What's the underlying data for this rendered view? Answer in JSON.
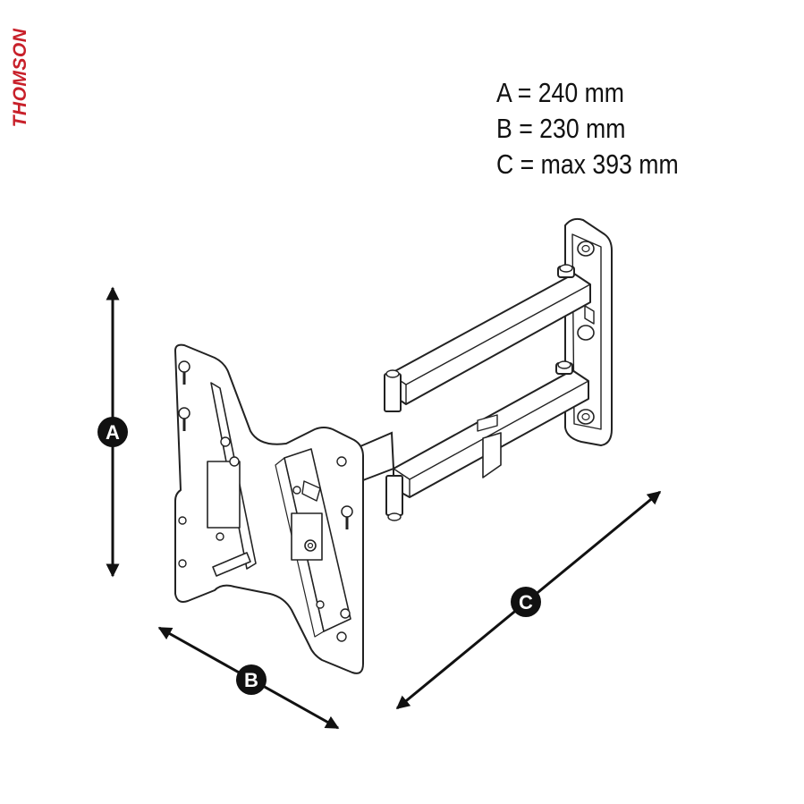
{
  "brand": {
    "name": "THOMSON",
    "color": "#c8202a"
  },
  "dimensions": {
    "a": "A = 240 mm",
    "b": "B = 230 mm",
    "c": "C = max 393 mm"
  },
  "labels": {
    "a": "A",
    "b": "B",
    "c": "C"
  }
}
